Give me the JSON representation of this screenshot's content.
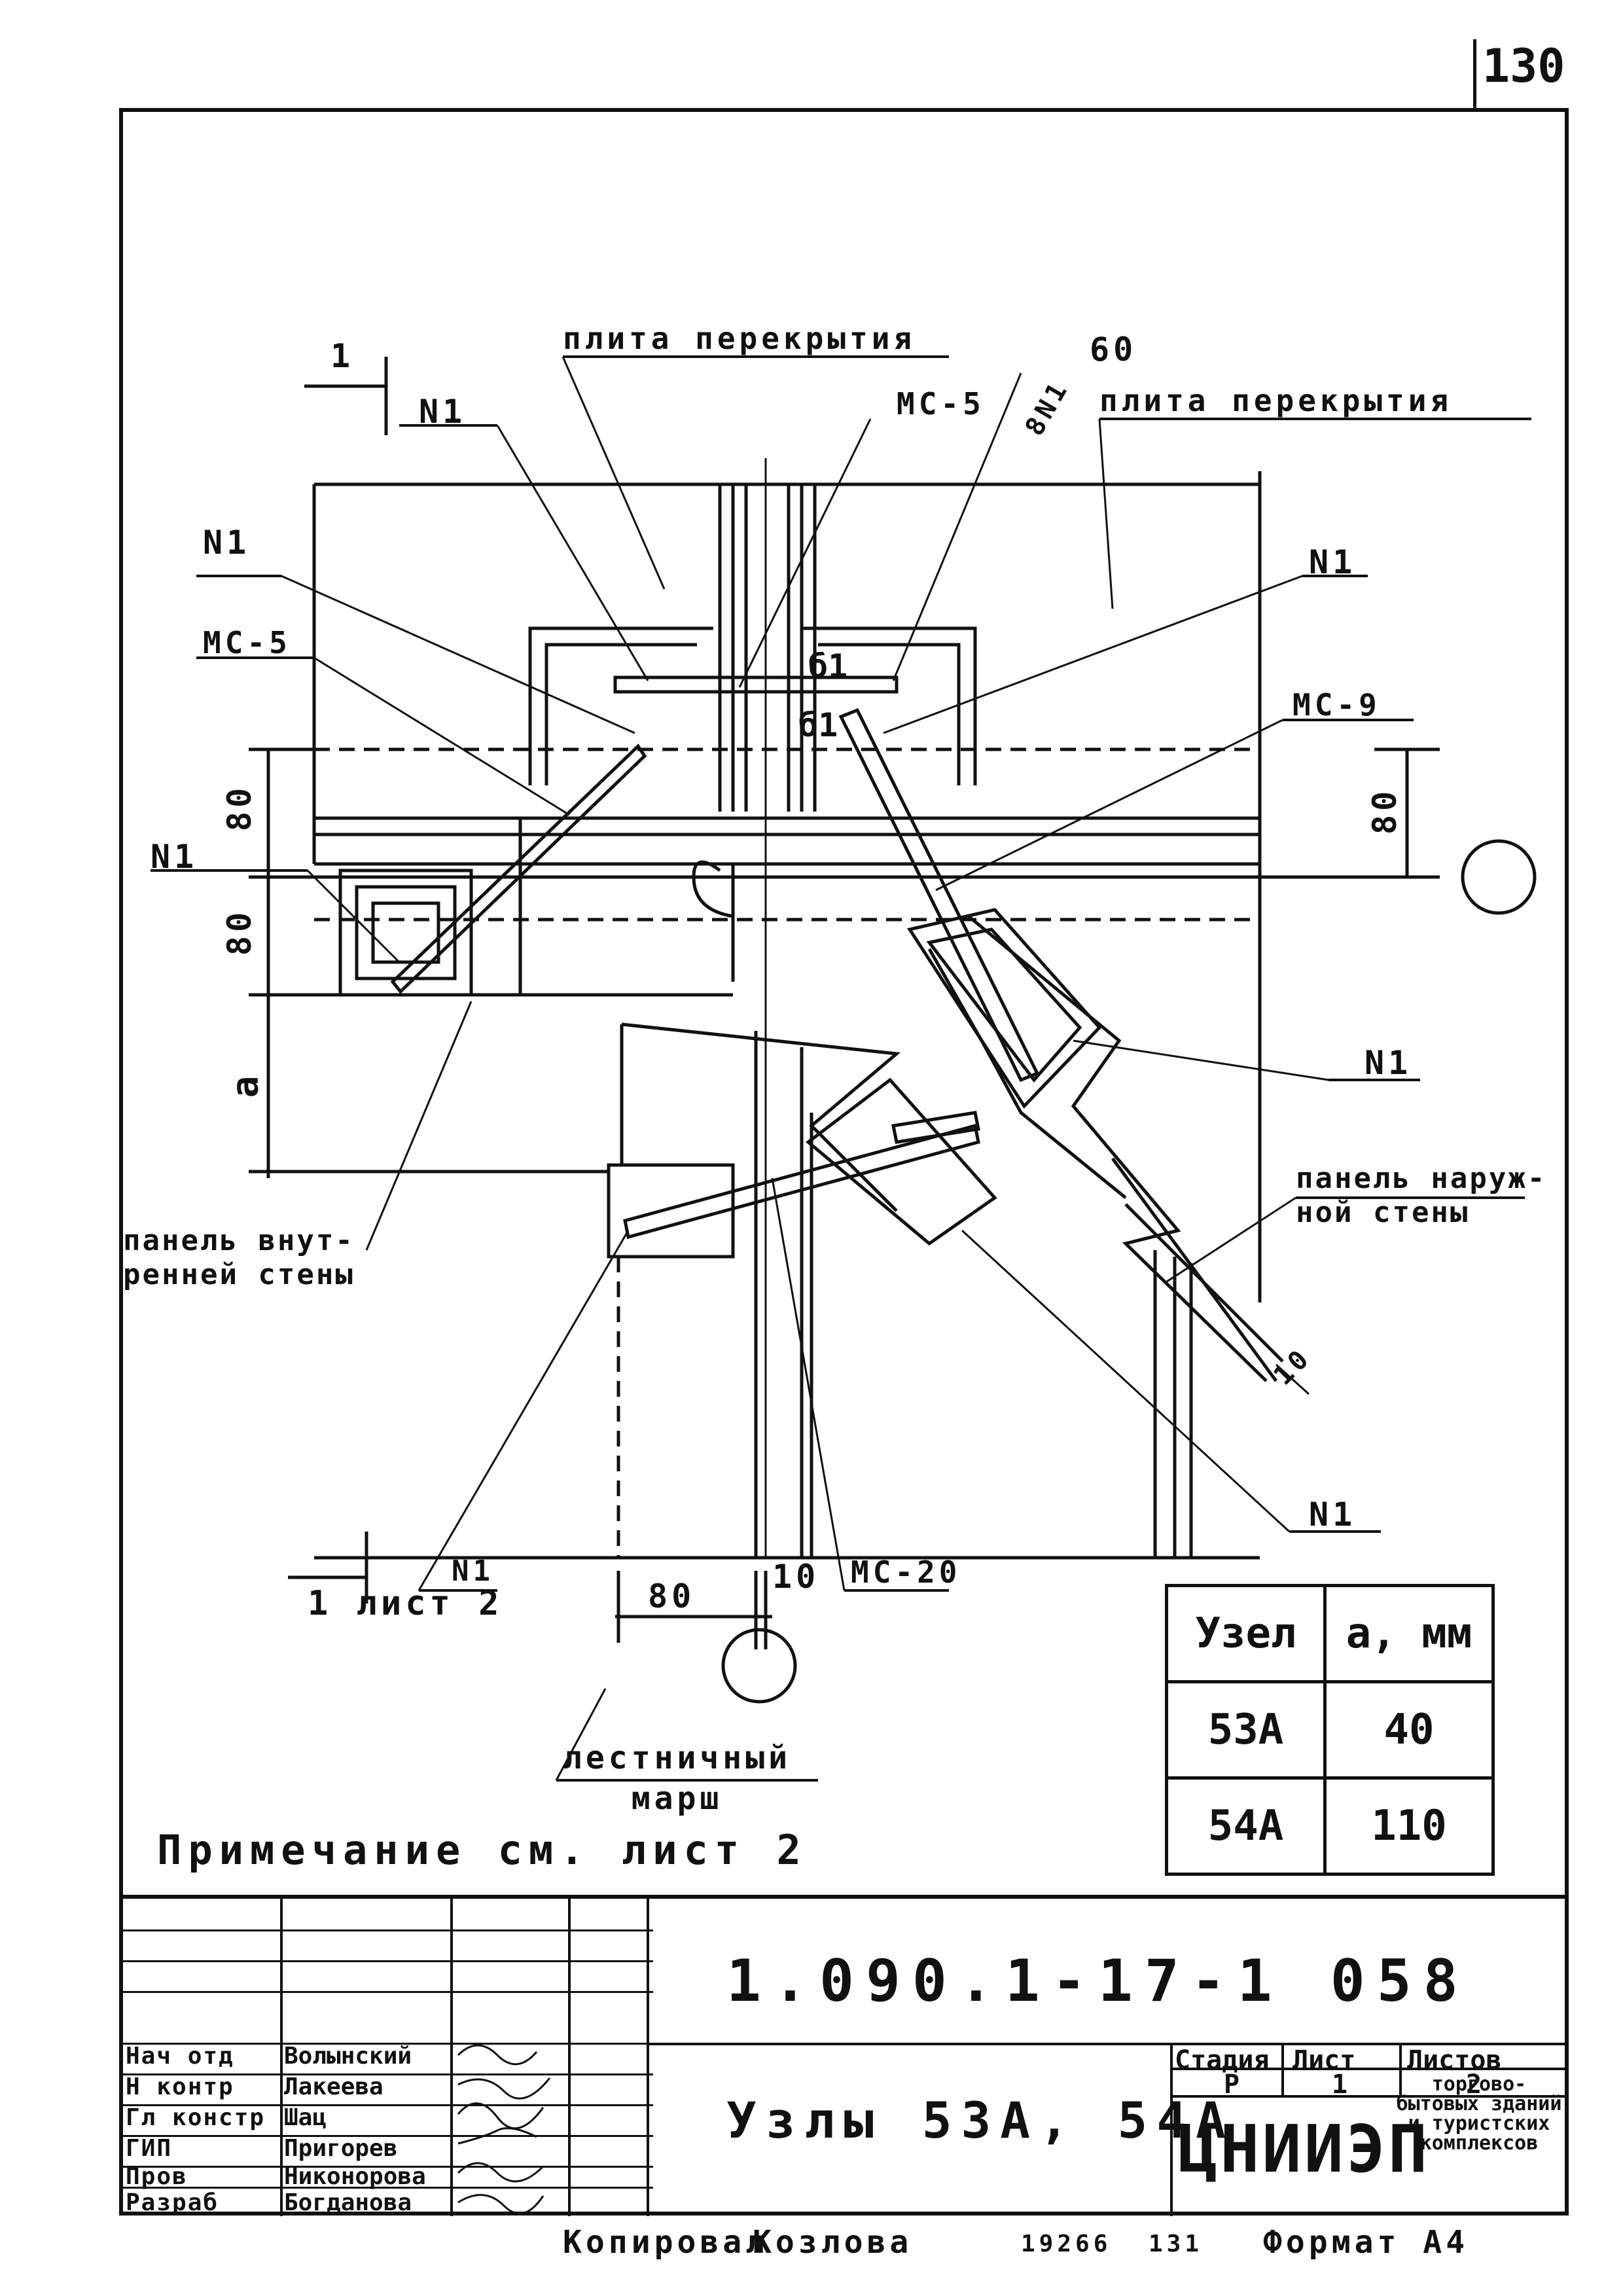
{
  "page_number": "130",
  "callouts": {
    "plita_left": "плита перекрытия",
    "plita_right": "плита перекрытия",
    "dim_60": "60",
    "mc5_top": "МС-5",
    "n8_1": "8N1",
    "n1_top": "N1",
    "n1_left_a": "N1",
    "mc5_left": "МС-5",
    "n1_right_a": "N1",
    "mc9": "МС-9",
    "n1_left_b": "N1",
    "n1_right_b": "N1",
    "n1_bottom_right": "N1",
    "n1_bottom_left": "N1",
    "mc20": "МС-20",
    "dim_10_bottom": "10",
    "dim_10_diag": "10",
    "dim_80_bottom": "80",
    "dim_80_left_top": "80",
    "dim_80_left_mid": "80",
    "dim_a": "a",
    "dim_80_right": "80",
    "section_mark_top": "1",
    "section_mark_bottom": "1 лист 2",
    "label_b1_a": "б1",
    "label_b1_b": "б1",
    "inner_wall": "панель внут-\nренней стены",
    "outer_wall": "панель наруж-\nной стены",
    "stair": "лестничный\nмарш"
  },
  "table": {
    "header": [
      "Узел",
      "a, мм"
    ],
    "rows": [
      [
        "53А",
        "40"
      ],
      [
        "54А",
        "110"
      ]
    ]
  },
  "note": "Примечание см. лист 2",
  "title_block": {
    "document_code": "1.090.1-17-1 058",
    "title": "Узлы 53А, 54А",
    "stage_header": [
      "Стадия",
      "Лист",
      "Листов"
    ],
    "stage_values": [
      "Р",
      "1",
      "2"
    ],
    "organization": "ЦНИИЭП",
    "organization_sub": "торгово-бытовых зданий и туристских комплексов",
    "staff": [
      {
        "role": "Нач отд",
        "name": "Волынский"
      },
      {
        "role": "Н контр",
        "name": "Лакеева"
      },
      {
        "role": "Гл констр",
        "name": "Шац"
      },
      {
        "role": "ГИП",
        "name": "Пригорев"
      },
      {
        "role": "Пров",
        "name": "Никонорова"
      },
      {
        "role": "Разраб",
        "name": "Богданова"
      }
    ]
  },
  "footer": {
    "copied": "Копировал",
    "copier": "Козлова",
    "order": "19266",
    "num": "131",
    "format": "Формат А4"
  }
}
